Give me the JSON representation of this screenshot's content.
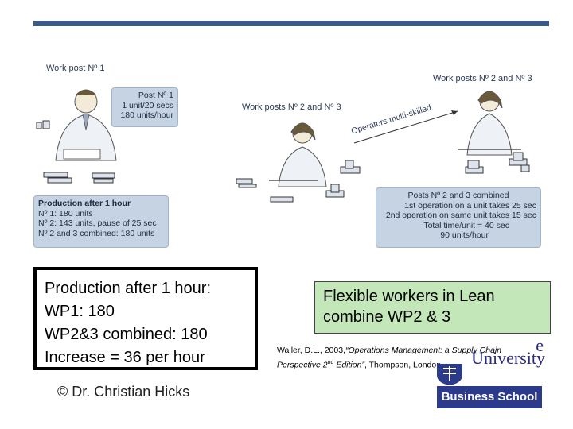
{
  "diagram": {
    "label_wp1": "Work post Nº 1",
    "label_wp23_top": "Work posts Nº 2 and Nº 3",
    "label_wp23_mid": "Work posts Nº 2 and Nº 3",
    "label_multi_skilled": "Operators multi-skilled",
    "post1_card": {
      "title": "Post Nº 1",
      "line1": "1 unit/20 secs",
      "line2": "180 units/hour"
    },
    "prod_panel": {
      "title": "Production after 1 hour",
      "lines": [
        "Nº 1: 180 units",
        "Nº 2: 143 units, pause of 25 sec",
        "Nº 2 and 3 combined: 180 units"
      ]
    },
    "combined_panel": {
      "title": "Posts Nº 2 and 3 combined",
      "lines": [
        "1st operation on a unit takes 25 sec",
        "2nd operation on same unit takes 15 sec",
        "Total time/unit = 40 sec",
        "90 units/hour"
      ]
    }
  },
  "production_box": {
    "lines": [
      "Production after 1 hour:",
      "WP1: 180",
      "WP2&3 combined: 180",
      "Increase = 36 per hour"
    ]
  },
  "flexible_box": {
    "text": "Flexible workers in Lean combine WP2 & 3"
  },
  "citation": {
    "prefix": "Waller, D.L., 2003,",
    "title": "“Operations Management: a Supply Chain Perspective 2",
    "sup": "nd",
    "title_end": " Edition”",
    "suffix": ", Thompson, London"
  },
  "author": "© Dr. Christian Hicks",
  "logo": {
    "university": "University",
    "school": "Business School",
    "partial": "e"
  }
}
